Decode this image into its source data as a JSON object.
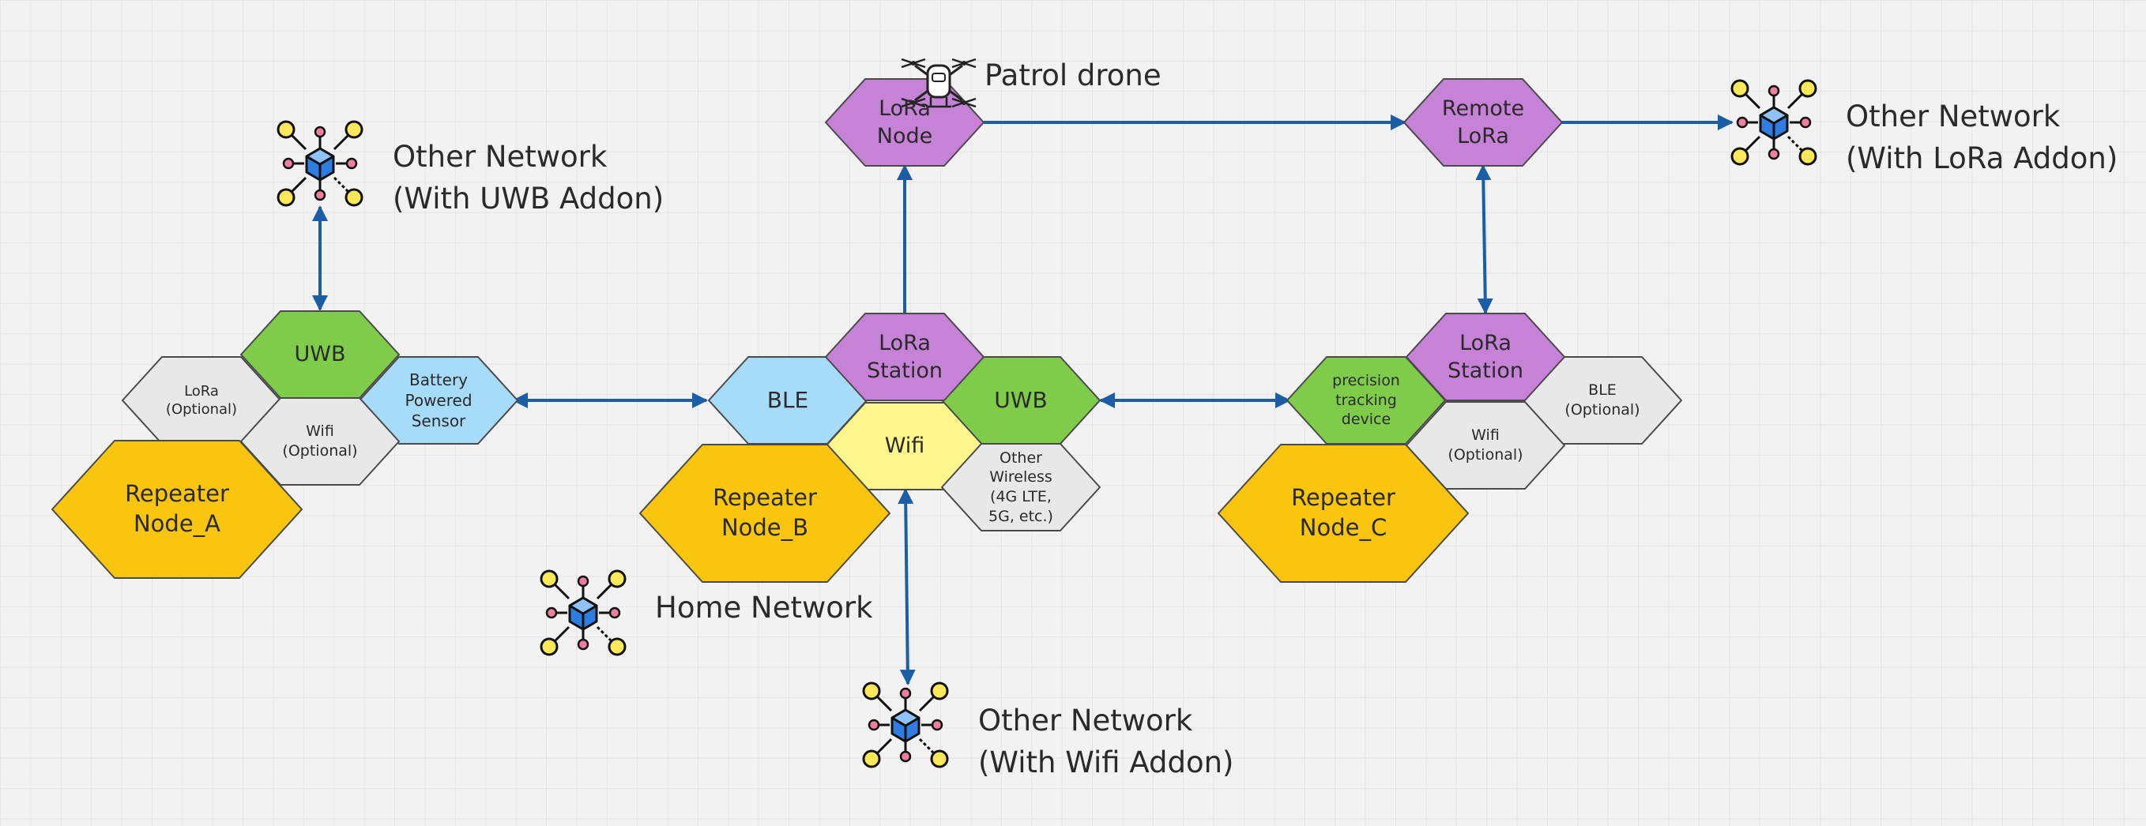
{
  "diagram": {
    "colors": {
      "lora": "#c582d7",
      "uwb": "#7fcc4a",
      "ble": "#a6dbfa",
      "wifi_highlight": "#fdf68d",
      "optional": "#e8e8e8",
      "repeater": "#f9c50e",
      "hex_stroke": "#4a4a4a",
      "connector": "#1b5ea6"
    },
    "hexes": {
      "node_a_uwb": "UWB",
      "node_a_lora": "LoRa\n(Optional)",
      "node_a_battery": "Battery\nPowered\nSensor",
      "node_a_wifi": "Wifi\n(Optional)",
      "node_a_repeater": "Repeater\nNode_A",
      "node_b_lora_station": "LoRa\nStation",
      "node_b_ble": "BLE",
      "node_b_uwb": "UWB",
      "node_b_wifi": "Wifi",
      "node_b_other_wireless": "Other\nWireless\n(4G LTE,\n5G, etc.)",
      "node_b_repeater": "Repeater\nNode_B",
      "lora_node": "LoRa\nNode",
      "remote_lora": "Remote\nLoRa",
      "node_c_lora_station": "LoRa\nStation",
      "node_c_tracking": "precision\ntracking\ndevice",
      "node_c_ble": "BLE\n(Optional)",
      "node_c_wifi": "Wifi\n(Optional)",
      "node_c_repeater": "Repeater\nNode_C"
    },
    "network_labels": {
      "uwb_addon": "Other Network\n(With UWB Addon)",
      "lora_addon": "Other Network\n(With LoRa Addon)",
      "wifi_addon": "Other Network\n(With Wifi Addon)",
      "home": "Home Network",
      "drone": "Patrol drone"
    },
    "icons": {
      "network": "network-cube-icon",
      "drone": "drone-icon"
    }
  }
}
